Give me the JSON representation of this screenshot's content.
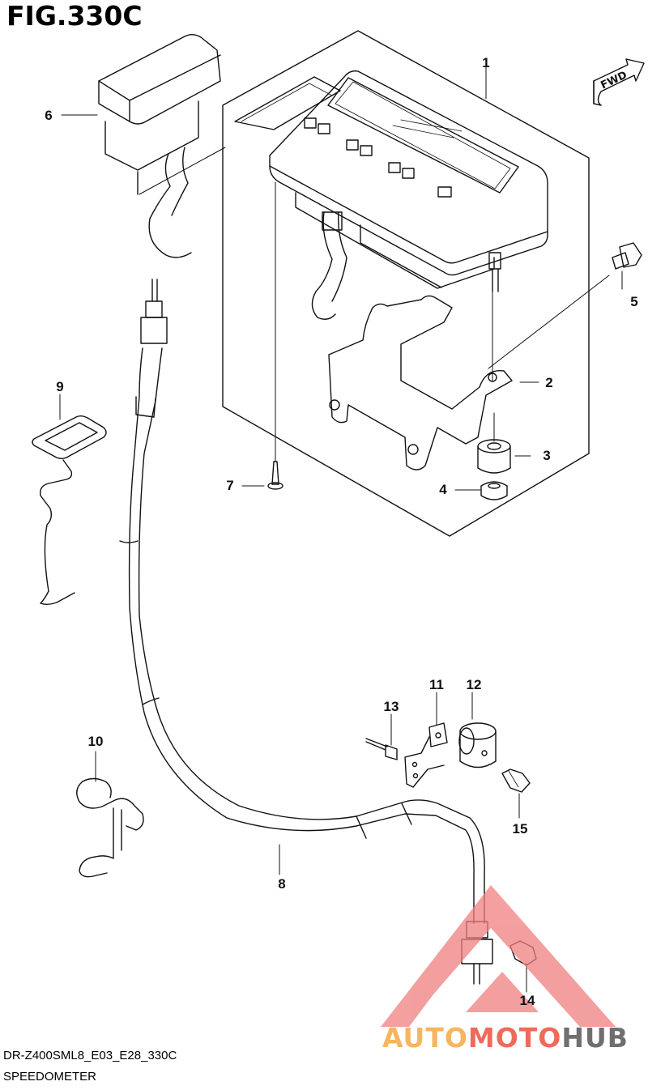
{
  "figure": {
    "title": "FIG.330C",
    "code": "DR-Z400SML8_E03_E28_330C",
    "caption": "SPEEDOMETER",
    "fwd_label": "FWD"
  },
  "callouts": [
    {
      "id": "1",
      "label": "1"
    },
    {
      "id": "2",
      "label": "2"
    },
    {
      "id": "3",
      "label": "3"
    },
    {
      "id": "4",
      "label": "4"
    },
    {
      "id": "5",
      "label": "5"
    },
    {
      "id": "6",
      "label": "6"
    },
    {
      "id": "7",
      "label": "7"
    },
    {
      "id": "8",
      "label": "8"
    },
    {
      "id": "9",
      "label": "9"
    },
    {
      "id": "10",
      "label": "10"
    },
    {
      "id": "11",
      "label": "11"
    },
    {
      "id": "12",
      "label": "12"
    },
    {
      "id": "13",
      "label": "13"
    },
    {
      "id": "14",
      "label": "14"
    },
    {
      "id": "15",
      "label": "15"
    }
  ],
  "watermark": {
    "part1": "AUTO",
    "part2": "MOTO",
    "part3": "HUB",
    "colors": {
      "auto": "#f7b55e",
      "moto": "#f06a5a",
      "hub": "#6f6f6f",
      "triangle": "#f08080"
    }
  }
}
